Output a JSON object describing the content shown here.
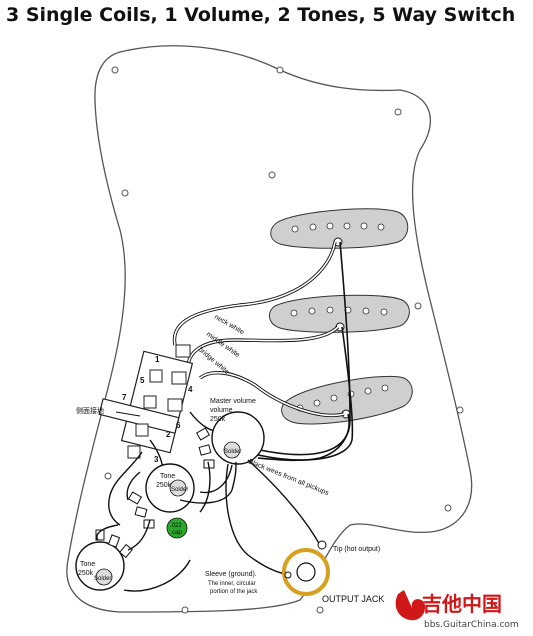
{
  "title": "3 Single Coils, 1 Volume, 2 Tones, 5 Way Switch",
  "wire_labels": {
    "neck": "neck white",
    "middle": "middle white",
    "bridge": "bridge white",
    "black": "Black wires from all pickups"
  },
  "switch": {
    "ground_label": "侧面接地",
    "lug_numbers": [
      "1",
      "2",
      "3",
      "4",
      "5",
      "6",
      "7"
    ]
  },
  "volume": {
    "name": "Master volume",
    "value": "250k",
    "solder": "Solder"
  },
  "tone1": {
    "name": "Tone",
    "value": "250k",
    "solder": "Solder"
  },
  "tone2": {
    "name": "Tone",
    "value": "250k",
    "solder": "Solder"
  },
  "cap": {
    "value": ".022",
    "unit": "cap"
  },
  "jack": {
    "tip": "Tip (hot output)",
    "sleeve": "Sleeve (ground).",
    "sleeve_desc_1": "The inner, circular",
    "sleeve_desc_2": "portion of the jack",
    "name": "OUTPUT JACK"
  },
  "watermark": {
    "brand": "吉他中国",
    "url": "bbs.GuitarChina.com"
  },
  "colors": {
    "pickguard_stroke": "#555555",
    "pickup_fill": "#cfcfcf",
    "cap_fill": "#2aa82a",
    "jack_ring": "#d8a020",
    "watermark_red": "#d01818"
  }
}
